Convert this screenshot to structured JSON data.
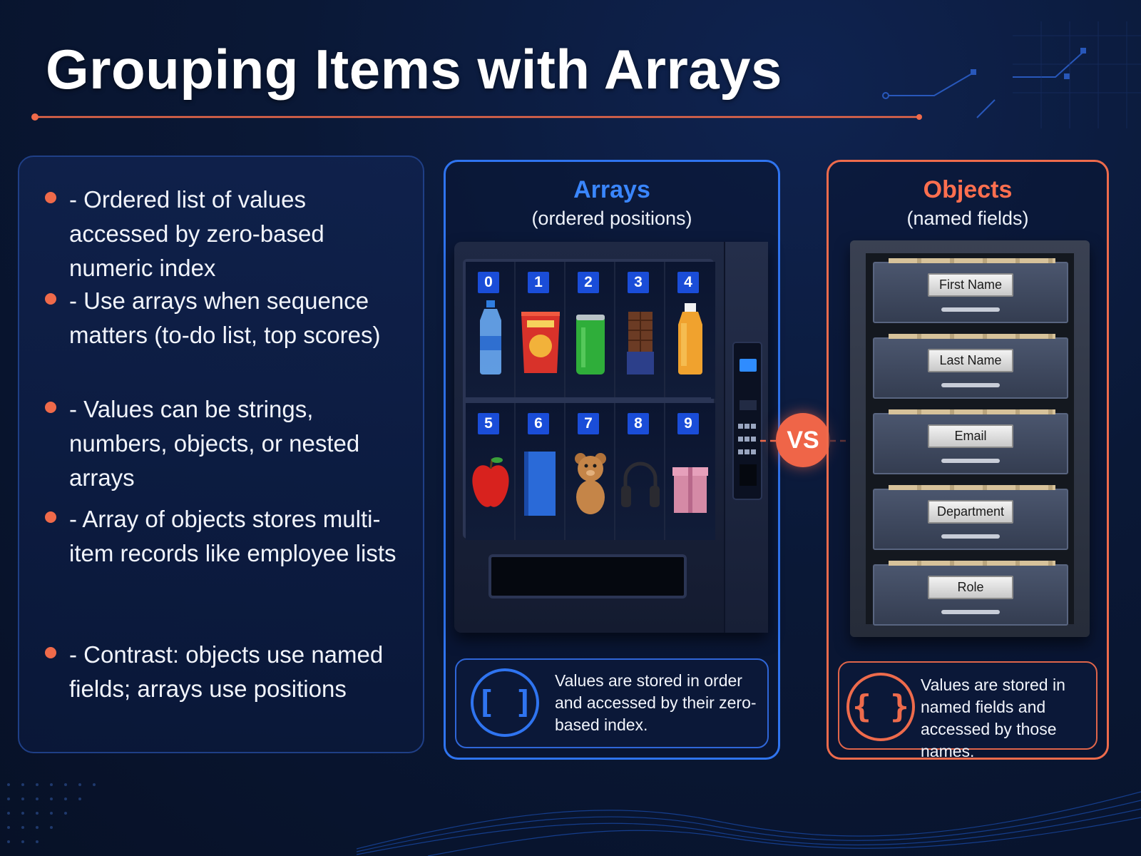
{
  "title": "Grouping Items with Arrays",
  "bullets": [
    "- Ordered list of values accessed by zero-based numeric index",
    "- Use arrays when sequence matters (to-do list, top scores)",
    "- Values can be strings, numbers, objects, or nested arrays",
    "- Array of objects stores multi-item records like employee lists",
    "- Contrast: objects use named fields; arrays use positions"
  ],
  "arrays": {
    "title": "Arrays",
    "subtitle": "(ordered positions)",
    "slots": [
      {
        "index": "0",
        "icon": "water-bottle-icon"
      },
      {
        "index": "1",
        "icon": "chips-bag-icon"
      },
      {
        "index": "2",
        "icon": "soda-can-icon"
      },
      {
        "index": "3",
        "icon": "chocolate-bar-icon"
      },
      {
        "index": "4",
        "icon": "juice-bottle-icon"
      },
      {
        "index": "5",
        "icon": "apple-icon"
      },
      {
        "index": "6",
        "icon": "book-icon"
      },
      {
        "index": "7",
        "icon": "teddy-bear-icon"
      },
      {
        "index": "8",
        "icon": "headphones-icon"
      },
      {
        "index": "9",
        "icon": "gift-box-icon"
      }
    ],
    "caption": "Values are stored in order and accessed by their zero-based index.",
    "icon_glyph": "[ ]",
    "accent": "#2f74f0"
  },
  "vs_label": "VS",
  "objects": {
    "title": "Objects",
    "subtitle": "(named fields)",
    "fields": [
      "First Name",
      "Last Name",
      "Email",
      "Department",
      "Role"
    ],
    "caption": "Values are stored in named fields and accessed by those names.",
    "icon_glyph": "{ }",
    "accent": "#ee6b4c"
  }
}
